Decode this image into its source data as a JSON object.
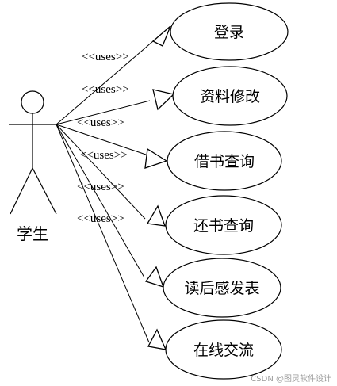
{
  "actor": {
    "name": "学生"
  },
  "relation_label": "<<uses>>",
  "use_cases": [
    {
      "label": "登录"
    },
    {
      "label": "资料修改"
    },
    {
      "label": "借书查询"
    },
    {
      "label": "还书查询"
    },
    {
      "label": "读后感发表"
    },
    {
      "label": "在线交流"
    }
  ],
  "watermark": "CSDN @图灵软件设计"
}
